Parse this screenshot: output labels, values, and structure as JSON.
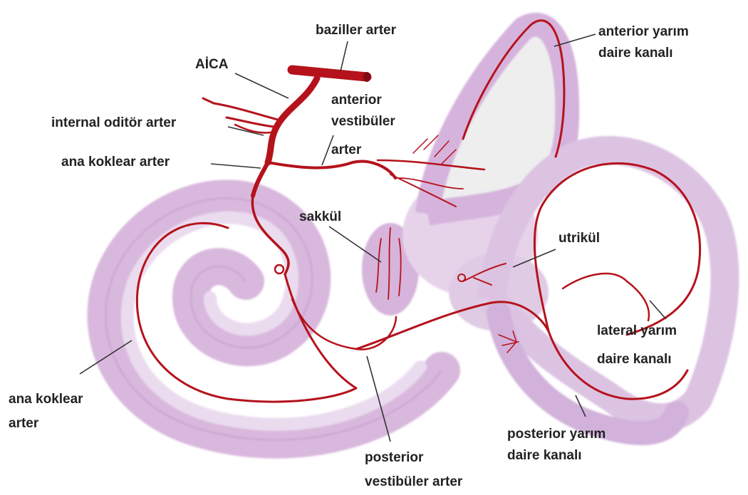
{
  "labels": {
    "baziller_arter": "baziller arter",
    "aica": "AİCA",
    "internal_oditor_arter": "internal oditör arter",
    "ana_koklear_arter_top": "ana koklear arter",
    "anterior_vestibuler_arter": [
      "anterior",
      "vestibüler",
      "arter"
    ],
    "anterior_yarim_daire": [
      "anterior yarım",
      "daire kanalı"
    ],
    "sakkul": "sakkül",
    "utrikul": "utrikül",
    "lateral_yarim_daire": [
      "lateral yarım",
      "daire kanalı"
    ],
    "ana_koklear_arter_bottom": [
      "ana koklear",
      "arter"
    ],
    "posterior_yarim_daire": [
      "posterior yarım",
      "daire kanalı"
    ],
    "posterior_vestibuler_arter": [
      "posterior",
      "vestibüler arter"
    ]
  },
  "colors": {
    "artery": "#b5121b",
    "membrane": "#d9b8dd",
    "membrane_edge": "#b98cc4",
    "leader": "#333333",
    "text": "#222222"
  }
}
